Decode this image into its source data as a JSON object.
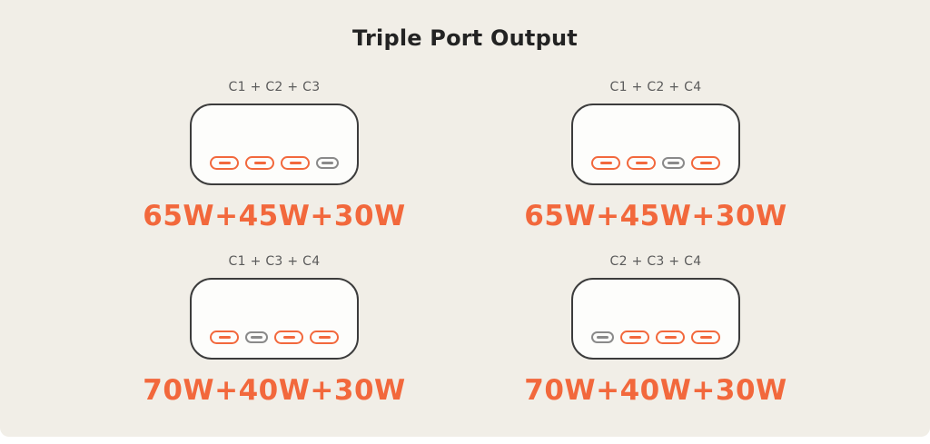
{
  "title": "Triple Port Output",
  "colors": {
    "background": "#f1eee7",
    "accent_orange": "#f2683c",
    "inactive_gray": "#8a8a8a",
    "device_outline": "#3c3c3c",
    "label_gray": "#5b5b5b",
    "title_dark": "#232323"
  },
  "combos": [
    {
      "label": "C1 + C2 + C3",
      "output": "65W+45W+30W",
      "ports": [
        "active",
        "active",
        "active",
        "inactive"
      ]
    },
    {
      "label": "C1 + C2 + C4",
      "output": "65W+45W+30W",
      "ports": [
        "active",
        "active",
        "inactive",
        "active"
      ]
    },
    {
      "label": "C1 + C3 + C4",
      "output": "70W+40W+30W",
      "ports": [
        "active",
        "inactive",
        "active",
        "active"
      ]
    },
    {
      "label": "C2 + C3 + C4",
      "output": "70W+40W+30W",
      "ports": [
        "inactive",
        "active",
        "active",
        "active"
      ]
    }
  ]
}
